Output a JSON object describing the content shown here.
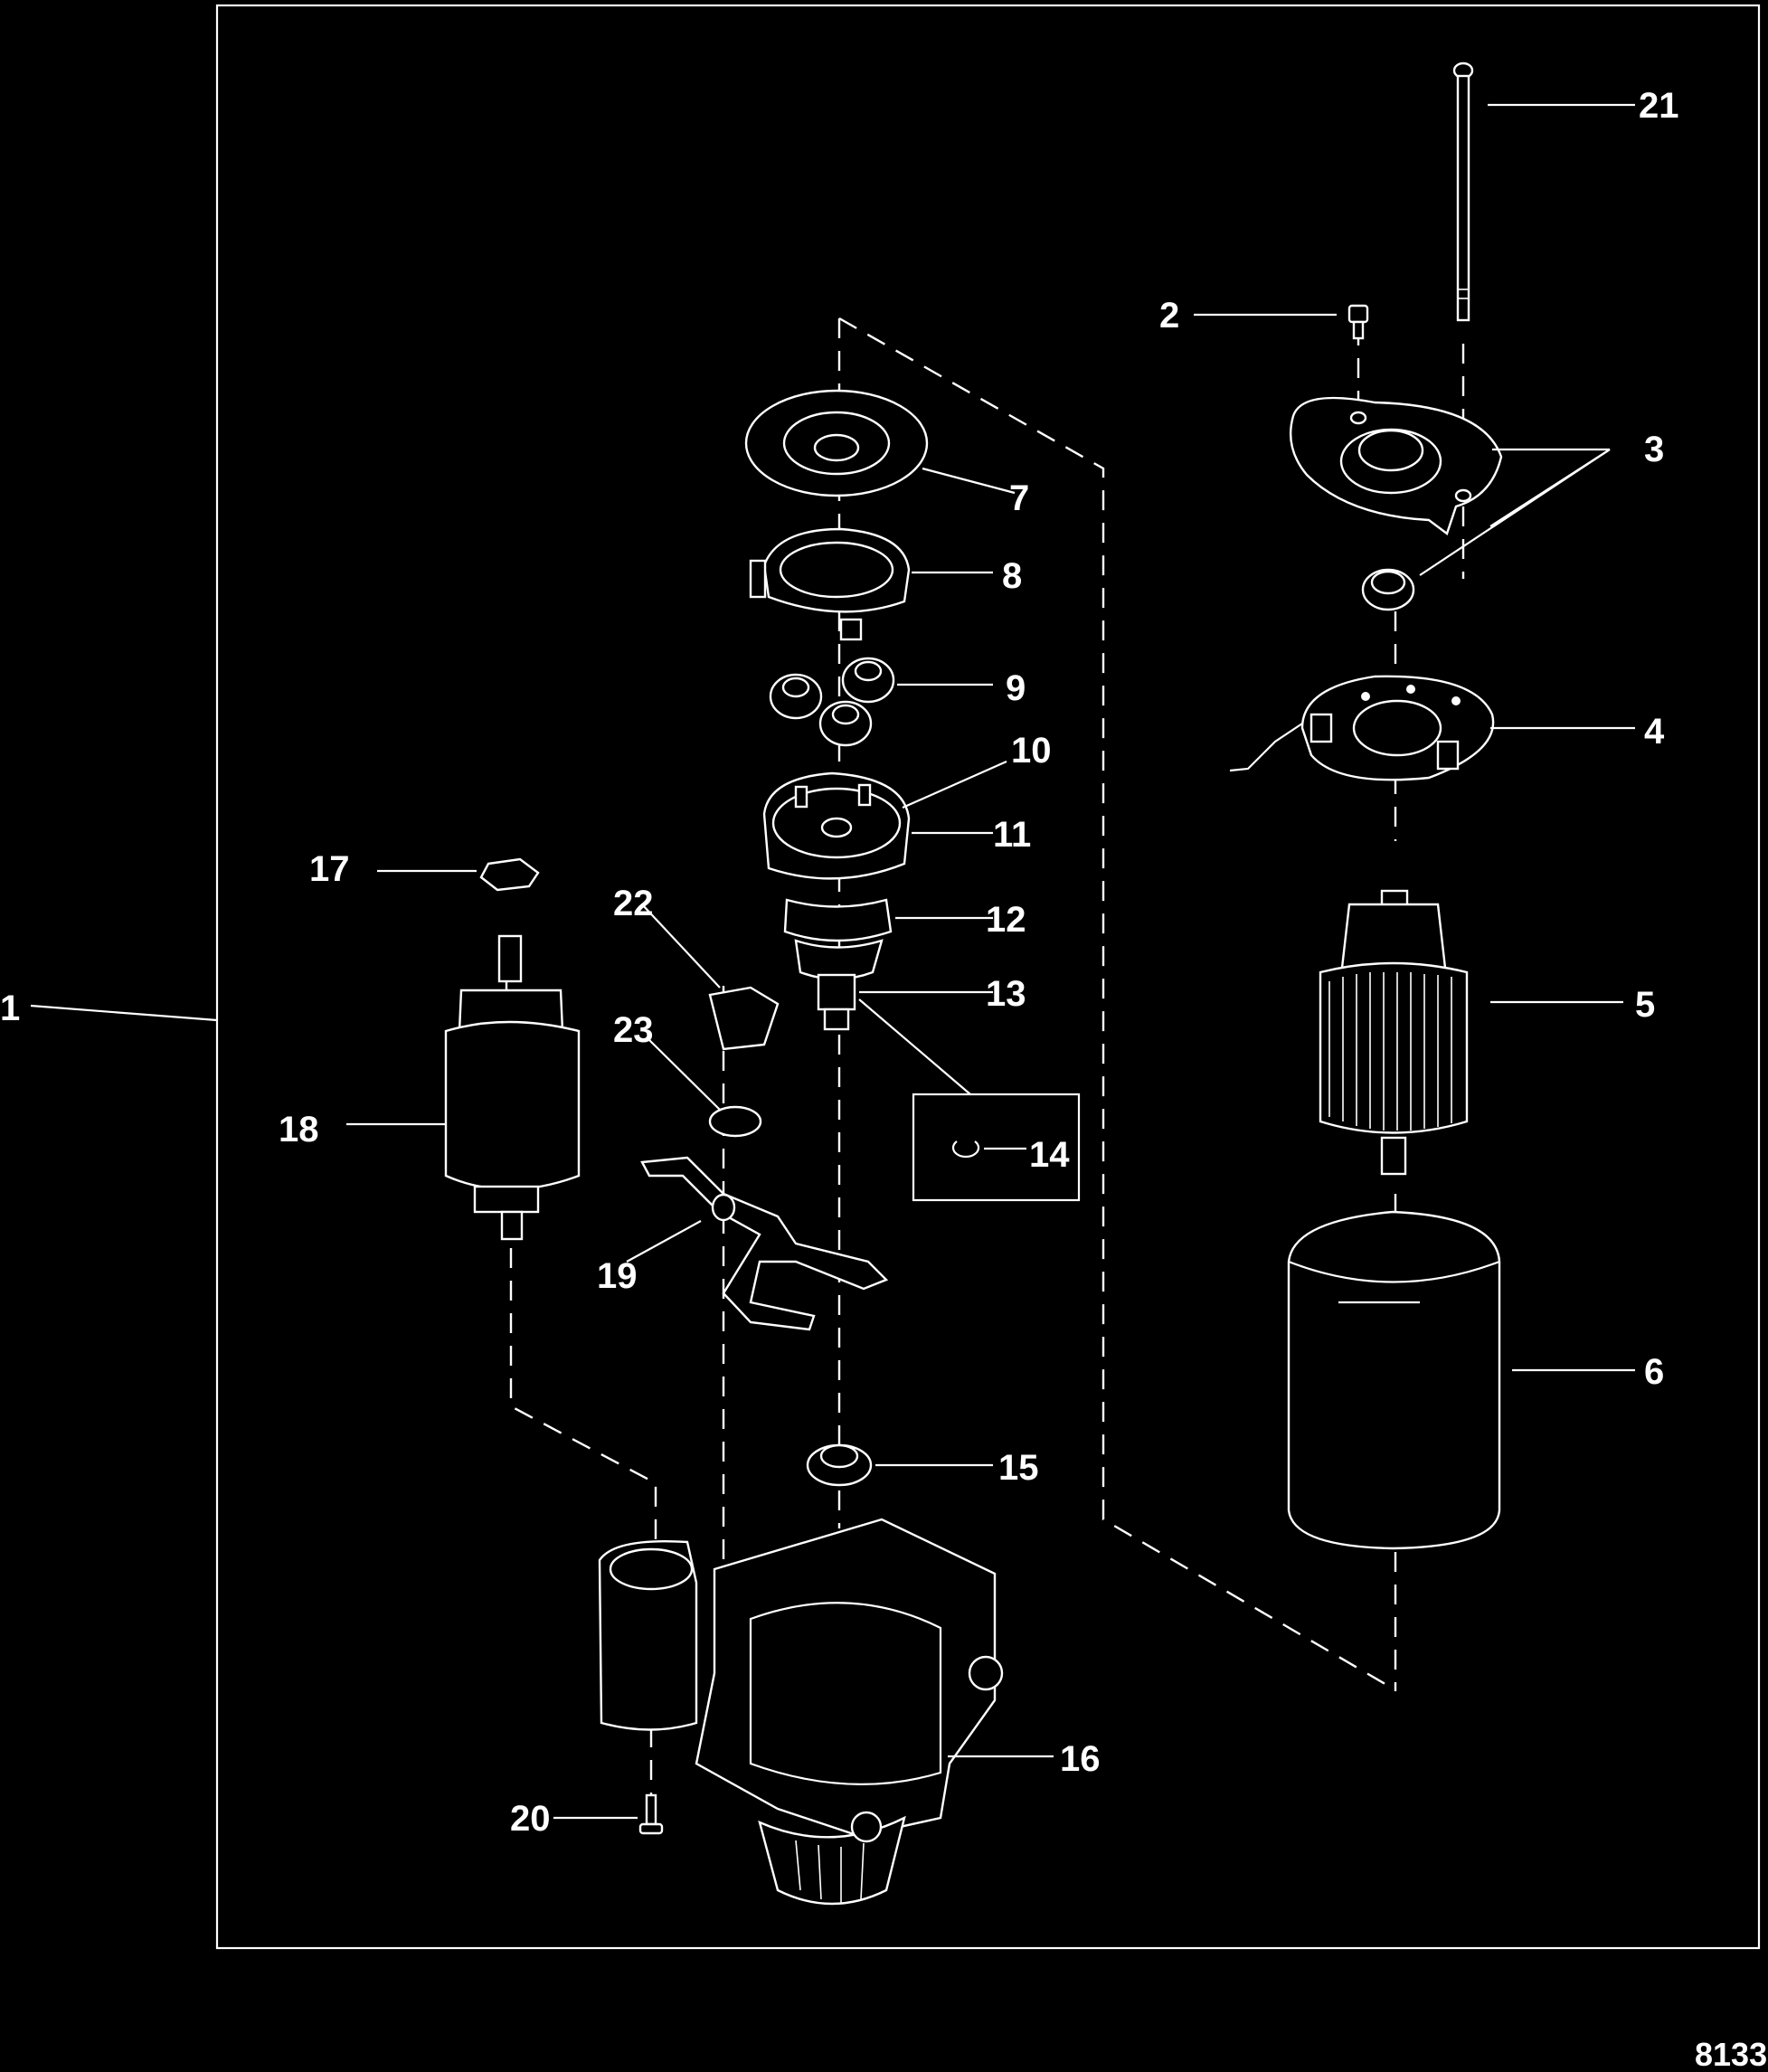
{
  "diagram": {
    "callouts": {
      "c1": "1",
      "c2": "2",
      "c3": "3",
      "c4": "4",
      "c5": "5",
      "c6": "6",
      "c7": "7",
      "c8": "8",
      "c9": "9",
      "c10": "10",
      "c11": "11",
      "c12": "12",
      "c13": "13",
      "c14": "14",
      "c15": "15",
      "c16": "16",
      "c17": "17",
      "c18": "18",
      "c19": "19",
      "c20": "20",
      "c21": "21",
      "c22": "22",
      "c23": "23"
    },
    "figure_number": "8133",
    "colors": {
      "background": "#000000",
      "lines": "#ffffff"
    }
  }
}
